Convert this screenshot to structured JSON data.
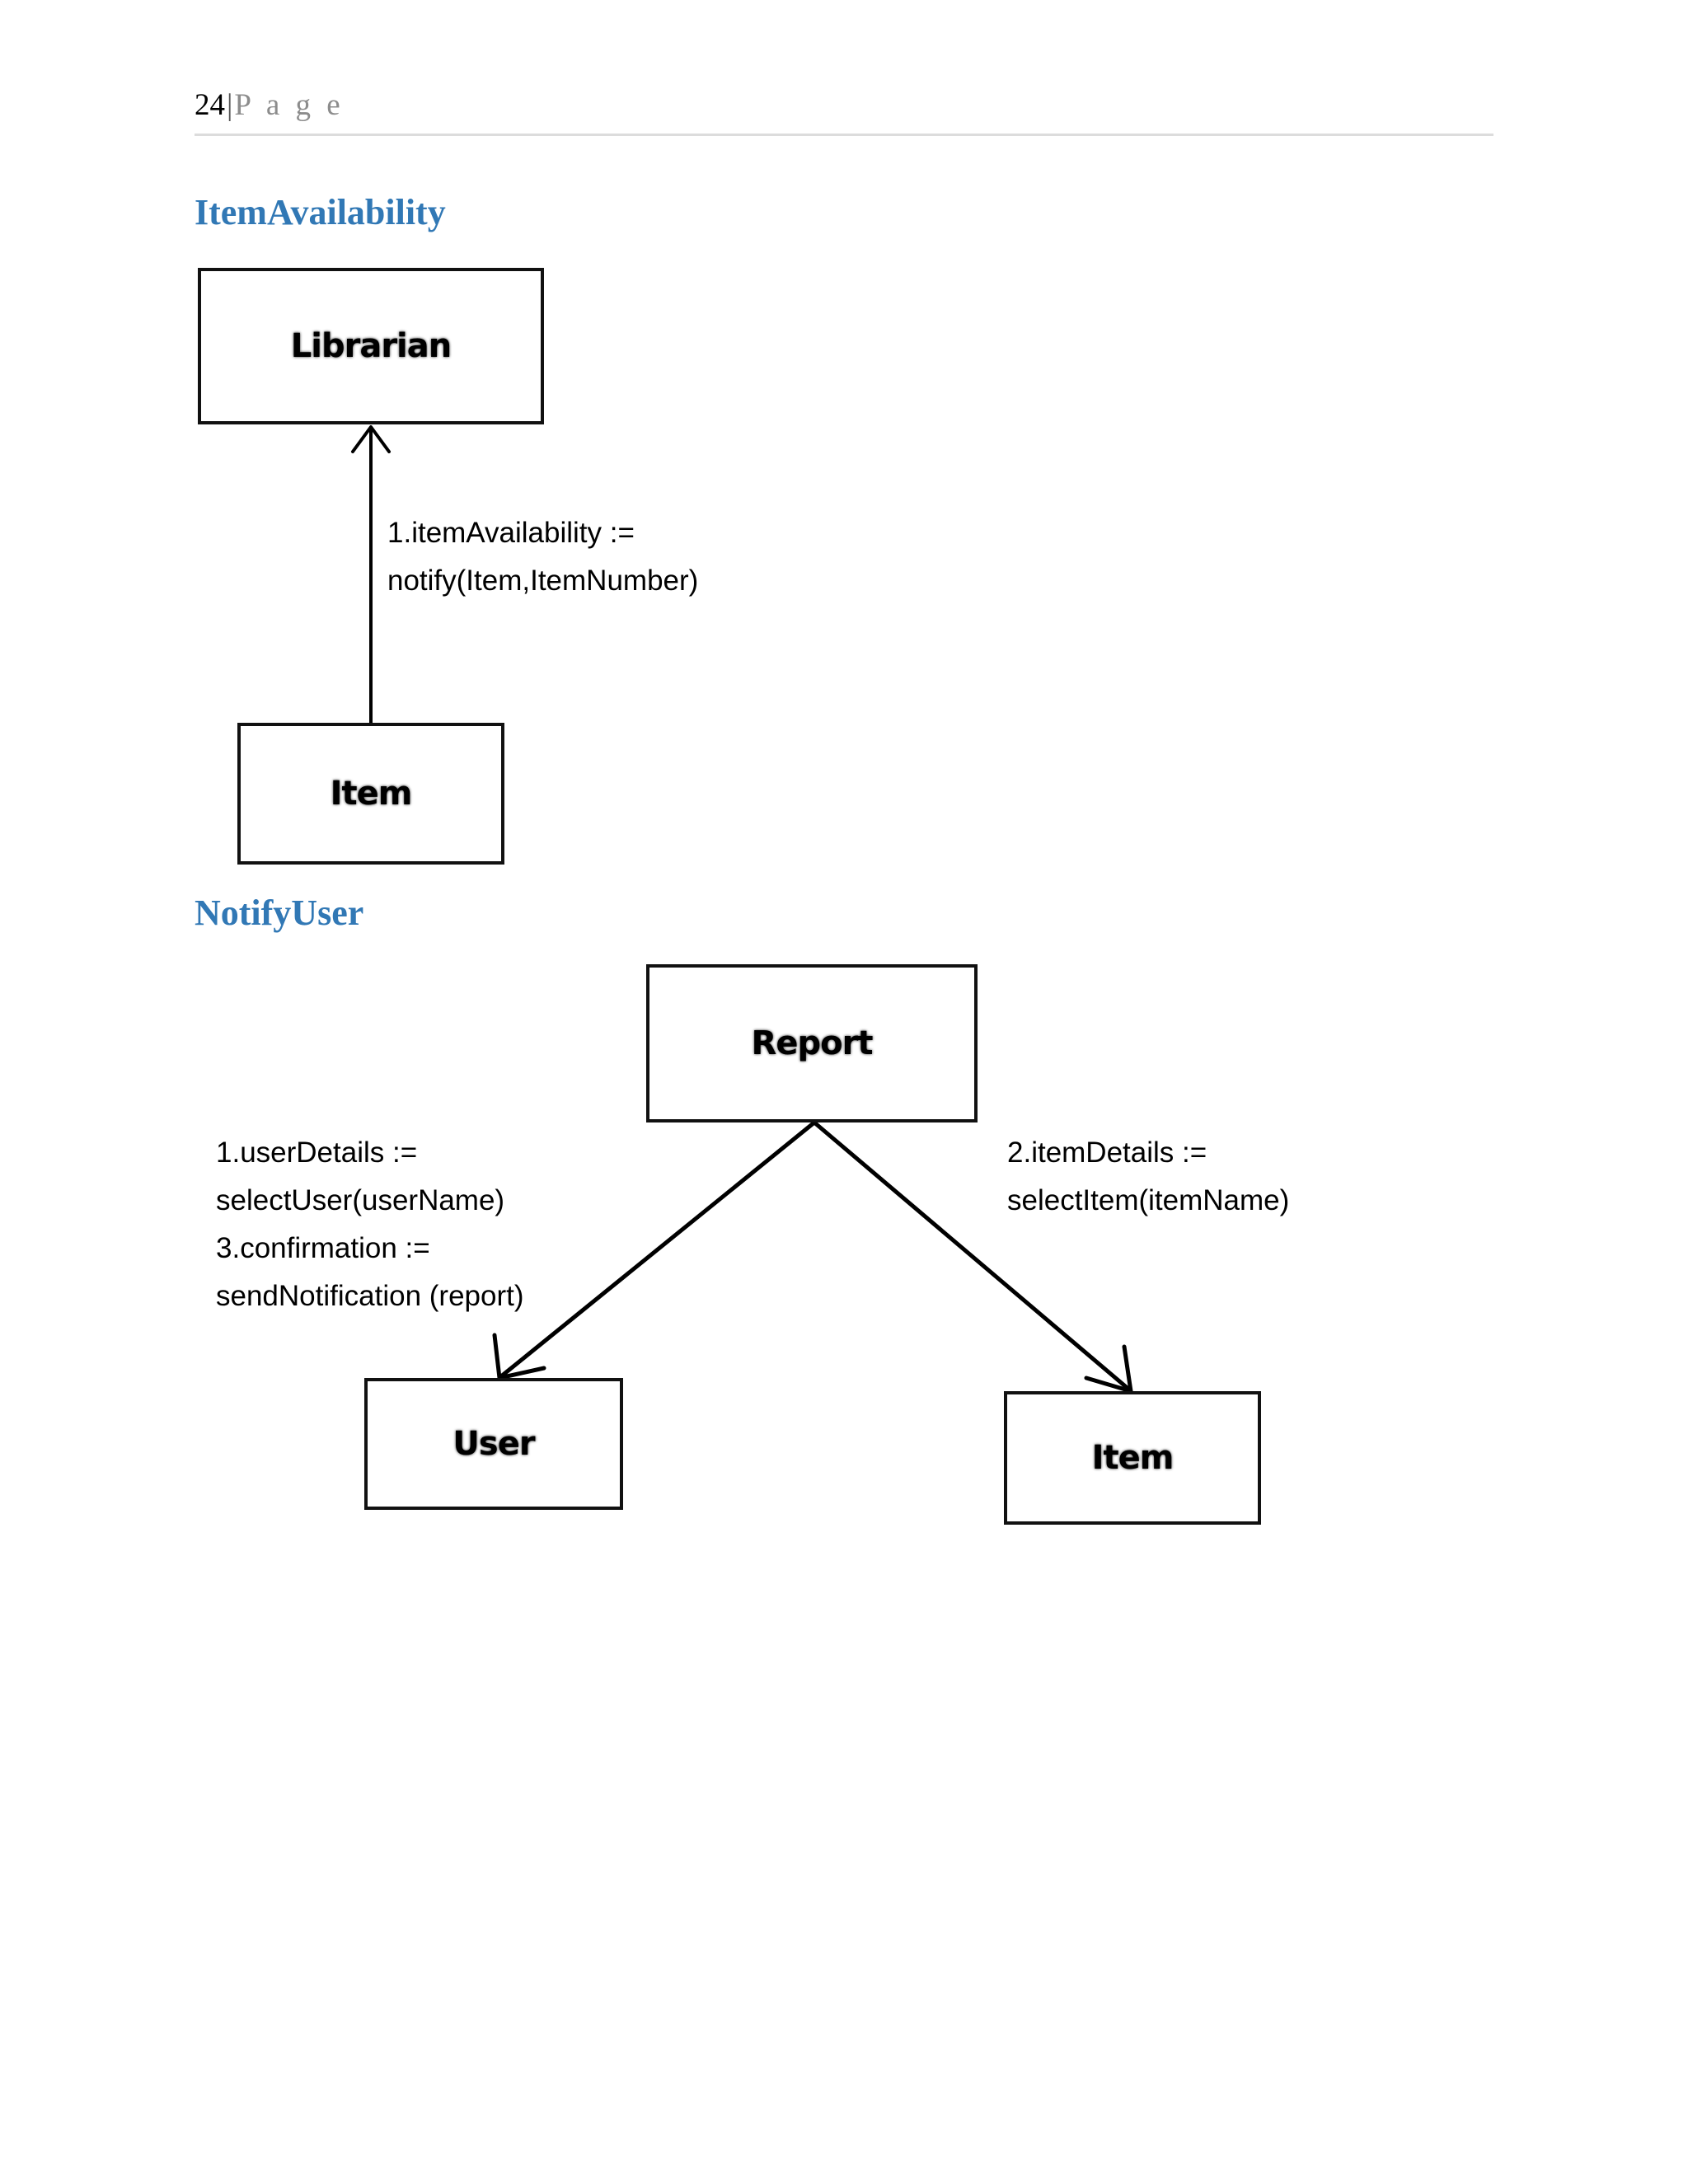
{
  "header": {
    "page_number": "24",
    "separator": "|",
    "label": "P a g e"
  },
  "sections": [
    {
      "heading": "ItemAvailability",
      "diagram": {
        "type": "uml-collaboration-diagram",
        "nodes": [
          {
            "id": "librarian",
            "label": "Librarian"
          },
          {
            "id": "item",
            "label": "Item"
          }
        ],
        "messages": [
          {
            "from": "item",
            "to": "librarian",
            "lines": [
              "1.itemAvailability :=",
              "notify(Item,ItemNumber)"
            ]
          }
        ]
      }
    },
    {
      "heading": "NotifyUser",
      "diagram": {
        "type": "uml-collaboration-diagram",
        "nodes": [
          {
            "id": "report",
            "label": "Report"
          },
          {
            "id": "user",
            "label": "User"
          },
          {
            "id": "item",
            "label": "Item"
          }
        ],
        "messages": [
          {
            "from": "report",
            "to": "user",
            "lines": [
              "1.userDetails :=",
              "selectUser(userName)",
              "3.confirmation :=",
              "sendNotification (report)"
            ]
          },
          {
            "from": "report",
            "to": "item",
            "lines": [
              "2.itemDetails :=",
              "selectItem(itemName)"
            ]
          }
        ]
      }
    }
  ],
  "colors": {
    "heading": "#3178B5",
    "box_border": "#111111",
    "rule": "#dcdcdc",
    "header_label": "#8c8c8c"
  }
}
